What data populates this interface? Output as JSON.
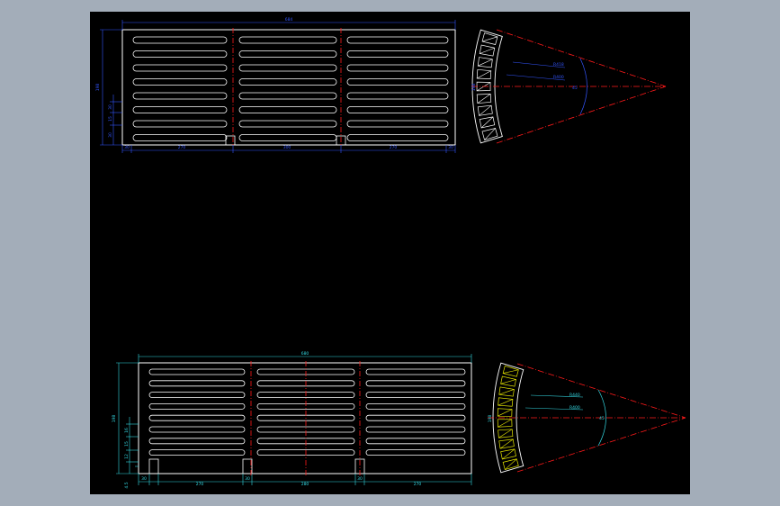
{
  "colors": {
    "viewport_bg": "#a3adb9",
    "canvas_bg": "#000000",
    "dimension_blue": "#3355ff",
    "dimension_cyan": "#33d6e0",
    "outline_white": "#ffffff",
    "centerline_red": "#ff1a1a",
    "hatch_yellow": "#e8e800"
  },
  "top_view": {
    "overall_width": "684",
    "overall_height": "198",
    "bottom_dims": [
      "30",
      "270",
      "300",
      "270",
      "30"
    ],
    "left_dims": [
      "30",
      "15",
      "30"
    ],
    "side_radius_labels": [
      "R418",
      "R400"
    ],
    "side_height": "198",
    "angle": "45"
  },
  "bottom_view": {
    "overall_width": "680",
    "overall_height": "198",
    "bottom_dims": [
      "30",
      "270",
      "30",
      "280",
      "30",
      "270"
    ],
    "left_dims": [
      "16",
      "15",
      "12",
      "4.5"
    ],
    "side_radius_labels": [
      "R440",
      "R400"
    ],
    "side_height": "198",
    "angle": "45"
  }
}
